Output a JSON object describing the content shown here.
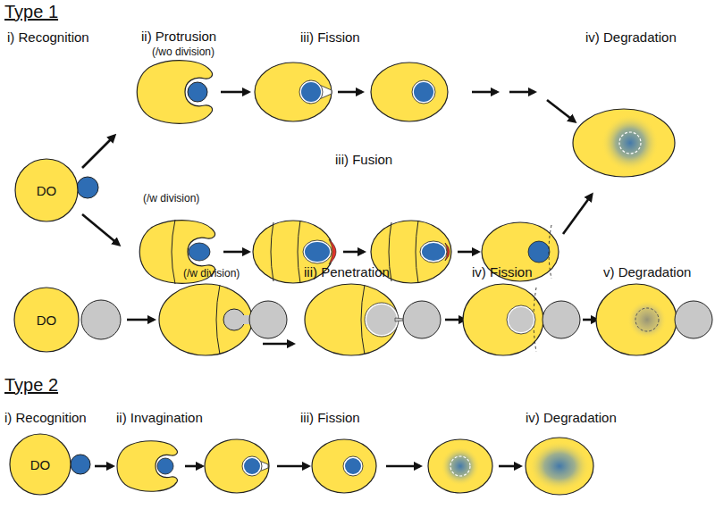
{
  "diagram": {
    "nodes": [
      {
        "text": [
          "DO"
        ]
      },
      {
        "text": [
          "DO"
        ]
      },
      {
        "text": [
          "DO"
        ]
      }
    ],
    "labels": [
      "Type 1",
      "i) Recognition",
      "ii) Protrusion",
      "(/wo division)",
      "iii) Fission",
      "iv) Degradation",
      "(/w division)",
      "iii) Fusion",
      "(/w division)",
      "iii) Penetration",
      "iv) Fission",
      "v) Degradation",
      "Type 2",
      "i) Recognition",
      "ii) Invagination",
      "iii) Fission",
      "iv) Degradation"
    ]
  }
}
